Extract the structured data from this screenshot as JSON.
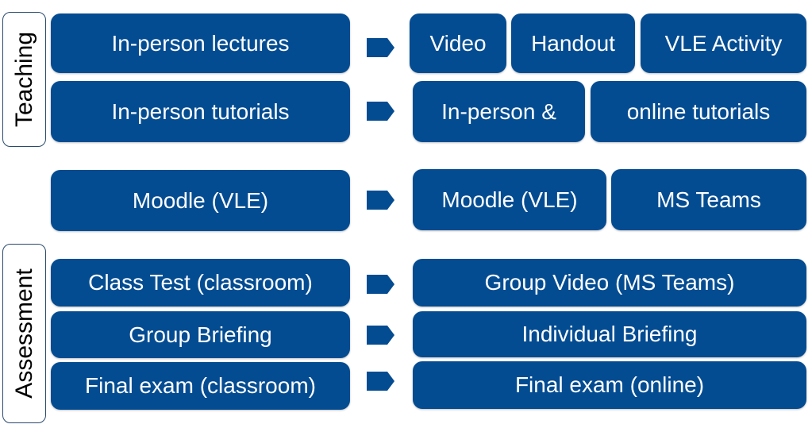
{
  "sections": {
    "teaching": "Teaching",
    "assessment": "Assessment"
  },
  "rows": [
    {
      "from": "In-person lectures",
      "to": [
        "Video",
        "Handout",
        "VLE Activity"
      ]
    },
    {
      "from": "In-person tutorials",
      "to": [
        "In-person &",
        "online tutorials"
      ]
    },
    {
      "from": "Moodle (VLE)",
      "to": [
        "Moodle (VLE)",
        "MS Teams"
      ]
    },
    {
      "from": "Class Test (classroom)",
      "to": [
        "Group Video (MS Teams)"
      ]
    },
    {
      "from": "Group Briefing",
      "to": [
        "Individual Briefing"
      ]
    },
    {
      "from": "Final exam (classroom)",
      "to": [
        "Final exam (online)"
      ]
    }
  ],
  "colors": {
    "box": "#034c92"
  }
}
